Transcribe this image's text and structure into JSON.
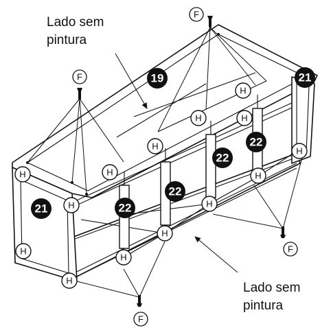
{
  "labels": {
    "top_unpainted_line1": "Lado sem",
    "top_unpainted_line2": "pintura",
    "bottom_unpainted_line1": "Lado sem",
    "bottom_unpainted_line2": "pintura"
  },
  "part_numbers": {
    "top_panel": "19",
    "right_end_panel": "21",
    "left_end_panel": "21",
    "post_a": "22",
    "post_b": "22",
    "post_c": "22",
    "post_d": "22"
  },
  "hardware_labels": {
    "h": "H",
    "f": "F"
  }
}
